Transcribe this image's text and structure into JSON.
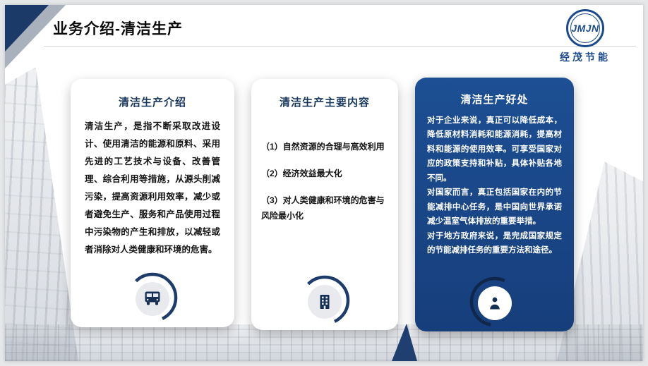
{
  "header": {
    "title": "业务介绍-清洁生产"
  },
  "logo": {
    "monogram": "JMJN",
    "company": "经茂节能"
  },
  "cards": [
    {
      "title": "清洁生产介绍",
      "body": "清洁生产，是指不断采取改进设计、使用清洁的能源和原料、采用先进的工艺技术与设备、改善管理、综合利用等措施，从源头削减污染，提高资源利用效率，减少或者避免生产、服务和产品使用过程中污染物的产生和排放，以减轻或者消除对人类健康和环境的危害。",
      "icon": "bus-icon"
    },
    {
      "title": "清洁生产主要内容",
      "items": [
        "（1）自然资源的合理与高效利用",
        "（2）经济效益最大化",
        "（3）对人类健康和环境的危害与风险最小化"
      ],
      "icon": "building-icon"
    },
    {
      "title": "清洁生产好处",
      "paragraphs": [
        "对于企业来说，真正可以降低成本，降低原材料消耗和能源消耗，提高材料和能源的使用效率。可享受国家对应的政策支持和补贴，具体补贴各地不同。",
        "对国家而言，真正包括国家在内的节能减排中心任务，是中国向世界承诺减少温室气体排放的重要举措。",
        "对于地方政府来说，是完成国家规定的节能减排任务的重要方法和途径。"
      ],
      "icon": "person-icon"
    }
  ],
  "colors": {
    "title_navy": "#17375e",
    "card_blue": "#1b4a8c",
    "accent_navy": "#1c3a68"
  }
}
